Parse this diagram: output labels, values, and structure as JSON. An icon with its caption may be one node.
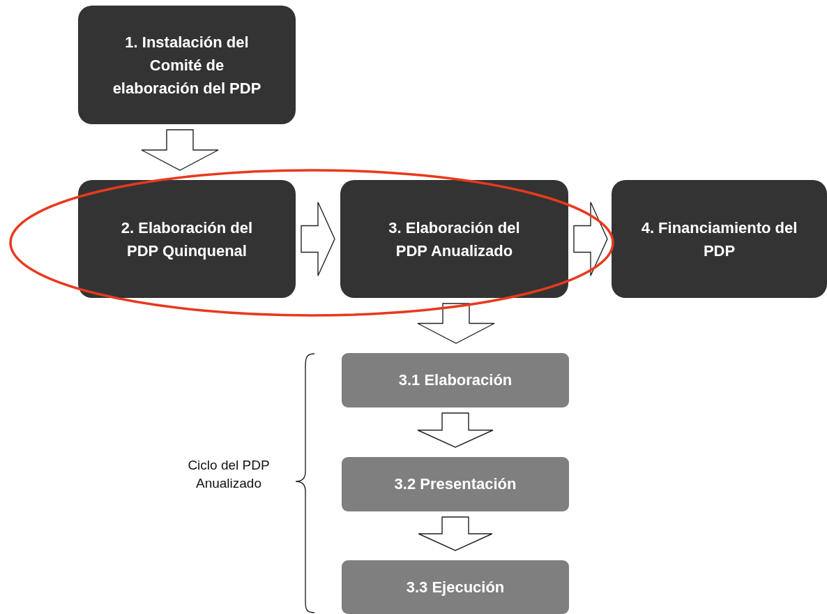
{
  "diagram": {
    "nodes": [
      {
        "text": [
          "1. Instalación del Comité de elaboración del PDP"
        ]
      },
      {
        "text": [
          "2. Elaboración del PDP Quinquenal"
        ]
      },
      {
        "text": [
          "3. Elaboración del PDP Anualizado"
        ]
      },
      {
        "text": [
          "4. Financiamiento del PDP"
        ]
      },
      {
        "text": [
          "3.1 Elaboración"
        ]
      },
      {
        "text": [
          "3.2 Presentación"
        ]
      },
      {
        "text": [
          "3.3 Ejecución"
        ]
      }
    ],
    "edges": [
      {
        "from": 0,
        "to": 1,
        "arrow": "to"
      },
      {
        "from": 1,
        "to": 2,
        "arrow": "to"
      },
      {
        "from": 2,
        "to": 3,
        "arrow": "to"
      },
      {
        "from": 2,
        "to": 4,
        "arrow": "to"
      },
      {
        "from": 4,
        "to": 5,
        "arrow": "to"
      },
      {
        "from": 5,
        "to": 6,
        "arrow": "to"
      }
    ],
    "labels": [
      "Ciclo del PDP Anualizado"
    ]
  }
}
